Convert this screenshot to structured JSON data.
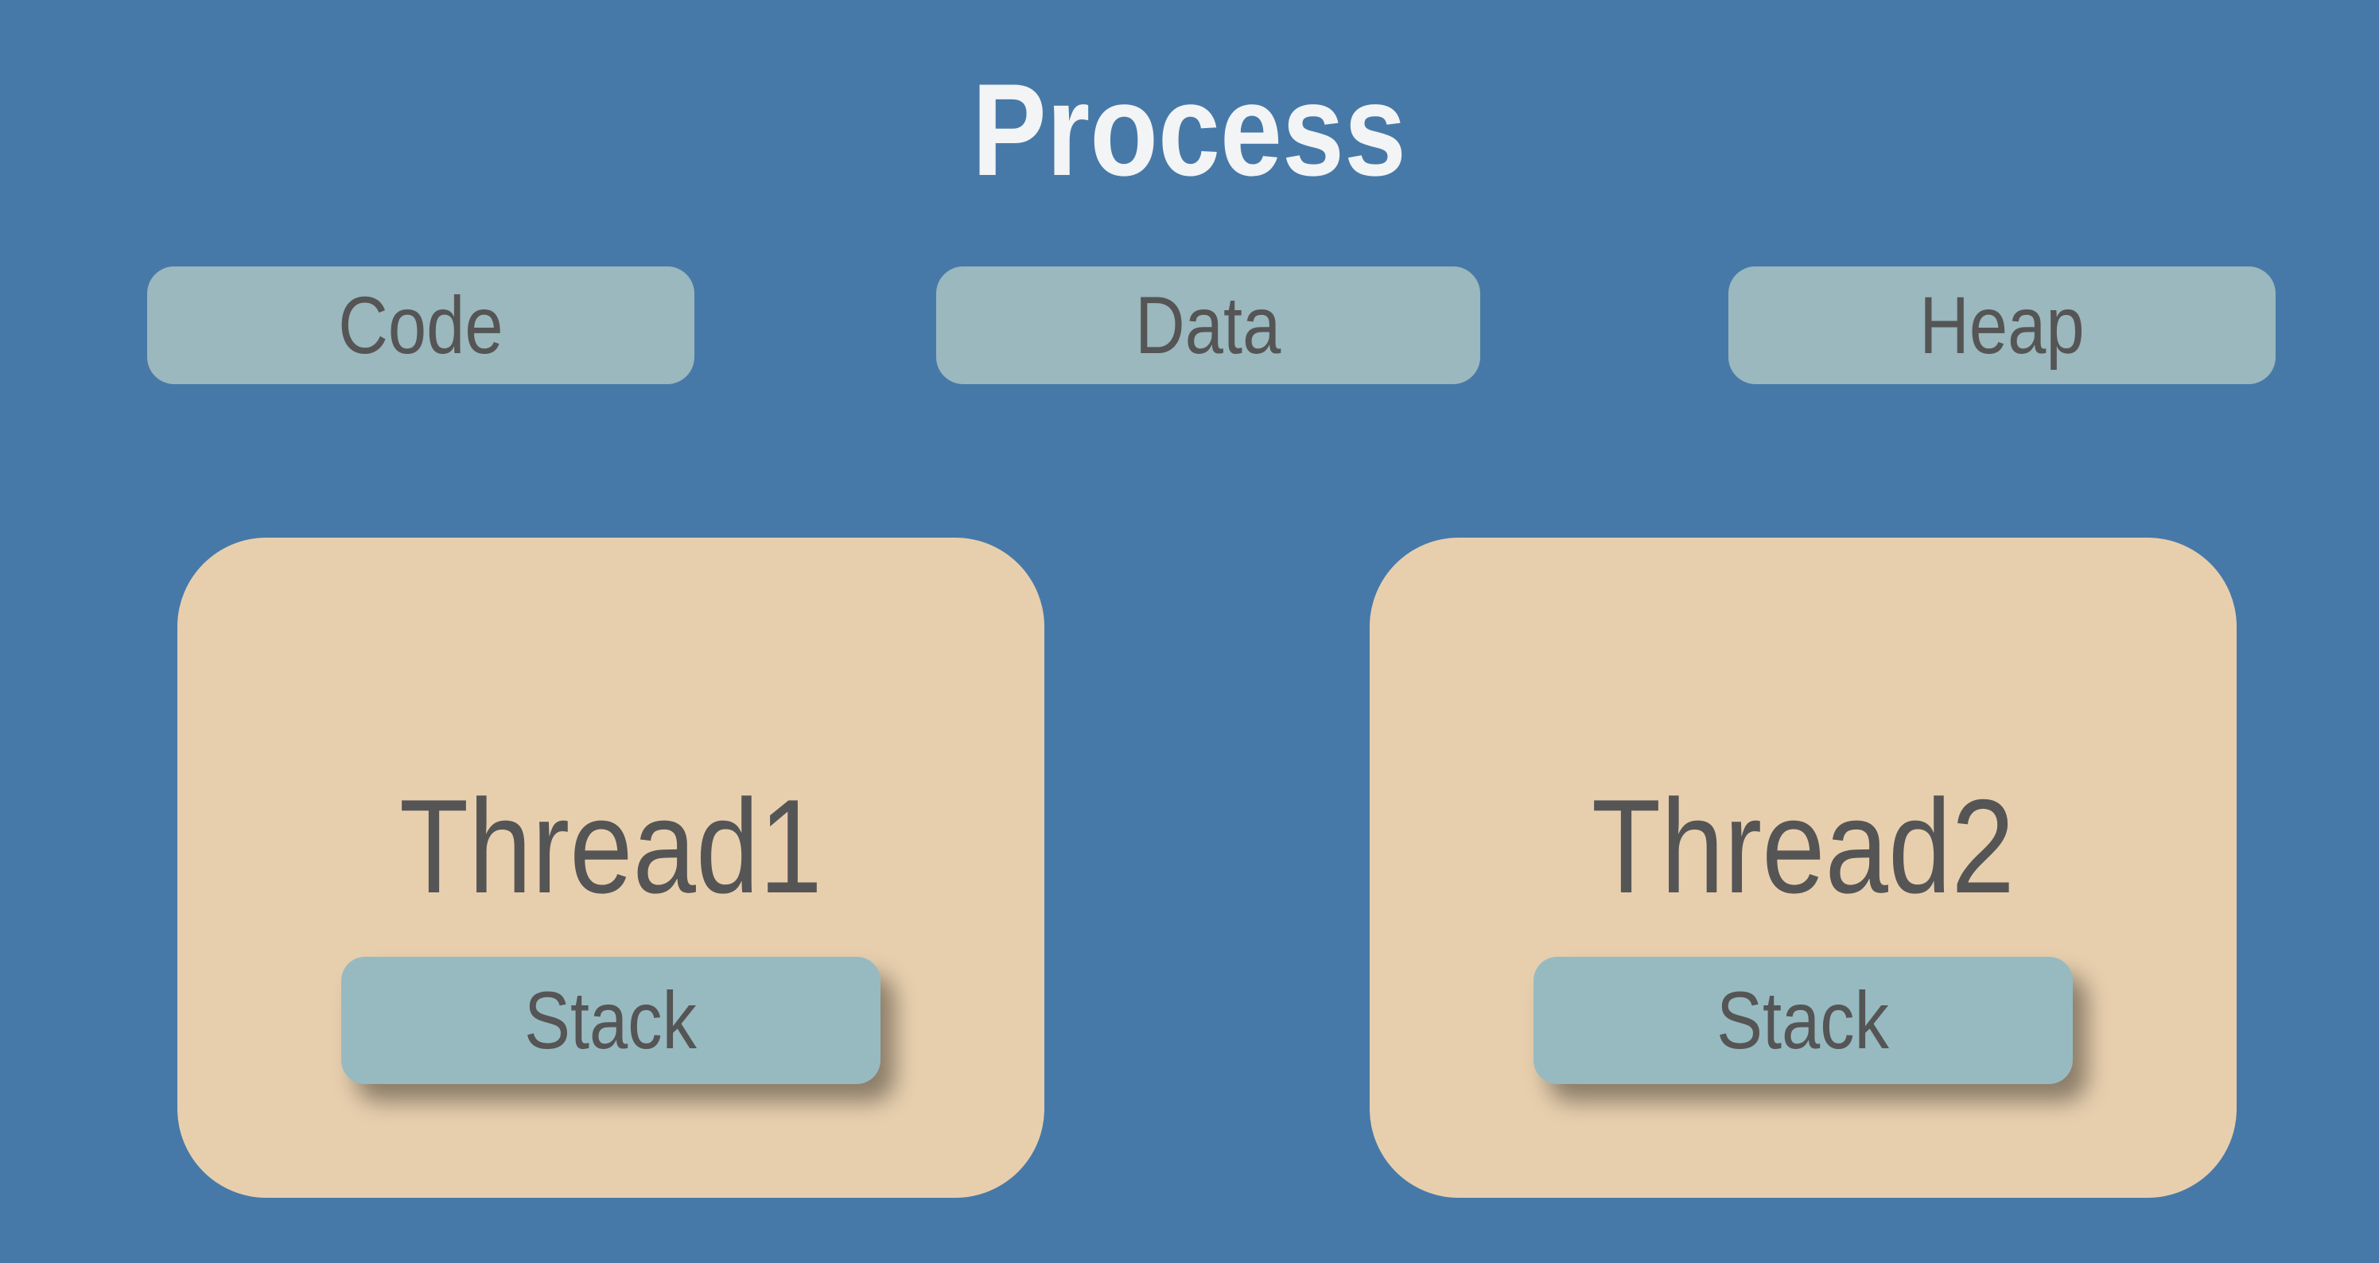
{
  "diagram": {
    "title": "Process",
    "memory_segments": [
      {
        "label": "Code"
      },
      {
        "label": "Data"
      },
      {
        "label": "Heap"
      }
    ],
    "threads": [
      {
        "label": "Thread1",
        "stack_label": "Stack"
      },
      {
        "label": "Thread2",
        "stack_label": "Stack"
      }
    ],
    "colors": {
      "background": "#4779a8",
      "segment_box": "#9ab8be",
      "thread_box": "#e7cfae",
      "stack_box": "#97bac1",
      "title_text": "#f2f4f5",
      "label_text": "#555555"
    }
  }
}
